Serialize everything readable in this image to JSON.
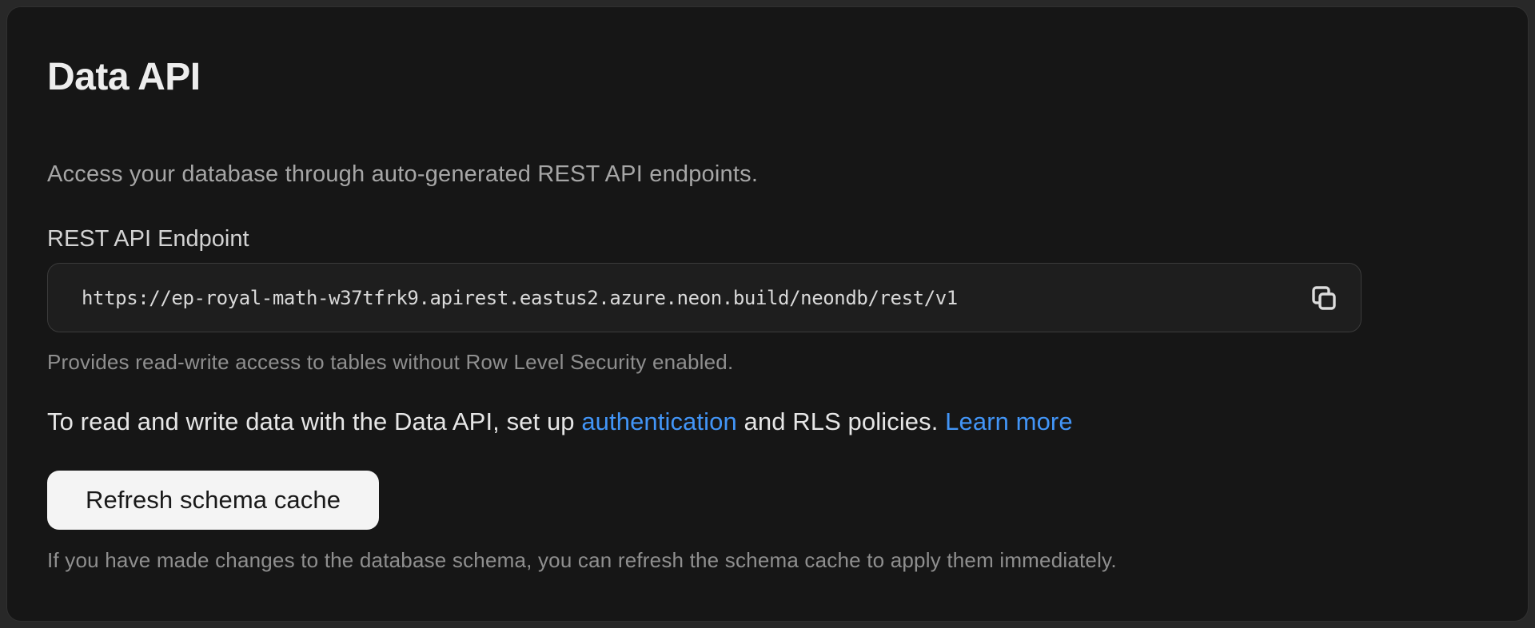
{
  "panel": {
    "title": "Data API",
    "subtitle": "Access your database through auto-generated REST API endpoints.",
    "endpoint": {
      "label": "REST API Endpoint",
      "url": "https://ep-royal-math-w37tfrk9.apirest.eastus2.azure.neon.build/neondb/rest/v1",
      "copy_icon": "copy-icon",
      "helper": "Provides read-write access to tables without Row Level Security enabled."
    },
    "rls_note": {
      "text_before_auth": "To read and write data with the Data API, set up ",
      "auth_link_label": "authentication",
      "text_middle": " and RLS policies. ",
      "learn_more_label": "Learn more"
    },
    "schema_cache": {
      "button_label": "Refresh schema cache",
      "helper": "If you have made changes to the database schema, you can refresh the schema cache to apply them immediately."
    }
  },
  "colors": {
    "page_bg": "#282828",
    "panel_bg": "#161616",
    "panel_border": "#303030",
    "field_bg": "#1e1e1e",
    "field_border": "#3b3b3b",
    "link_blue": "#4295f7",
    "button_bg": "#f4f4f4",
    "button_text": "#191919",
    "heading_text": "#ededed",
    "muted_text": "#8f8f8f"
  }
}
